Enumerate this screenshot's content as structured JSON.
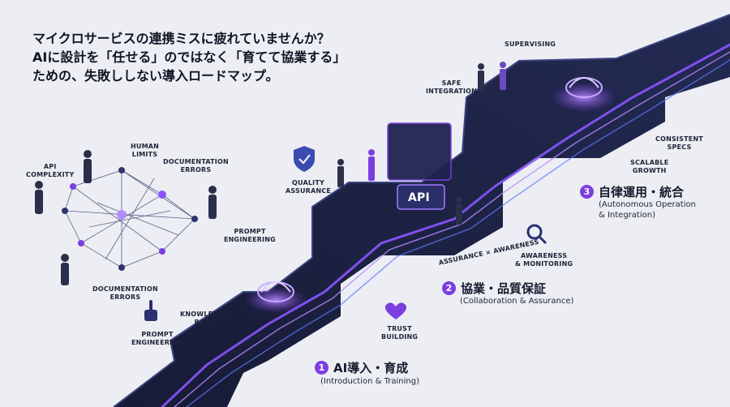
{
  "headline": {
    "line1": "マイクロサービスの連携ミスに疲れていませんか？",
    "line2": "AIに設計を「任せる」のではなく「育てて協業する」",
    "line3": "ための、失敗ししない導入ロードマップ。"
  },
  "chaos_labels": {
    "api_complexity": "API\nCOMPLEXITY",
    "human_limits": "HUMAN\nLIMITS",
    "documentation_errors_top": "DOCUMENTATION\nERRORS",
    "documentation_errors_bottom": "DOCUMENTATION\nERRORS",
    "question_mark": "?"
  },
  "path_labels": {
    "prompt_engineering_top": "PROMPT\nENGINEERING",
    "prompt_engineering_bottom": "PROMPT\nENGINEERING",
    "knowledge_base": "KNOWLEDGE\nBASE",
    "trust_building": "TRUST\nBUILDING",
    "quality_assurance": "QUALITY\nASSURANCE",
    "api": "API",
    "assurance_awareness": "ASSURANCE × AWARENESS",
    "awareness_monitoring": "AWARENESS\n& MONITORING",
    "safe_integration": "SAFE\nINTEGRATION",
    "supervising": "SUPERVISING",
    "consistent_specs": "CONSISTENT\nSPECS",
    "scalable_growth": "SCALABLE\nGROWTH"
  },
  "stages": [
    {
      "number": "1",
      "title": "AI導入・育成",
      "subtitle": "(Introduction & Training)"
    },
    {
      "number": "2",
      "title": "協業・品質保証",
      "subtitle": "(Collaboration & Assurance)"
    },
    {
      "number": "3",
      "title": "自律運用・統合",
      "subtitle": "(Autonomous Operation\n& Integration)"
    }
  ],
  "colors": {
    "accent": "#7b3fe0",
    "road": "#1b2040",
    "glow": "#a57bff",
    "text": "#151a2c"
  }
}
